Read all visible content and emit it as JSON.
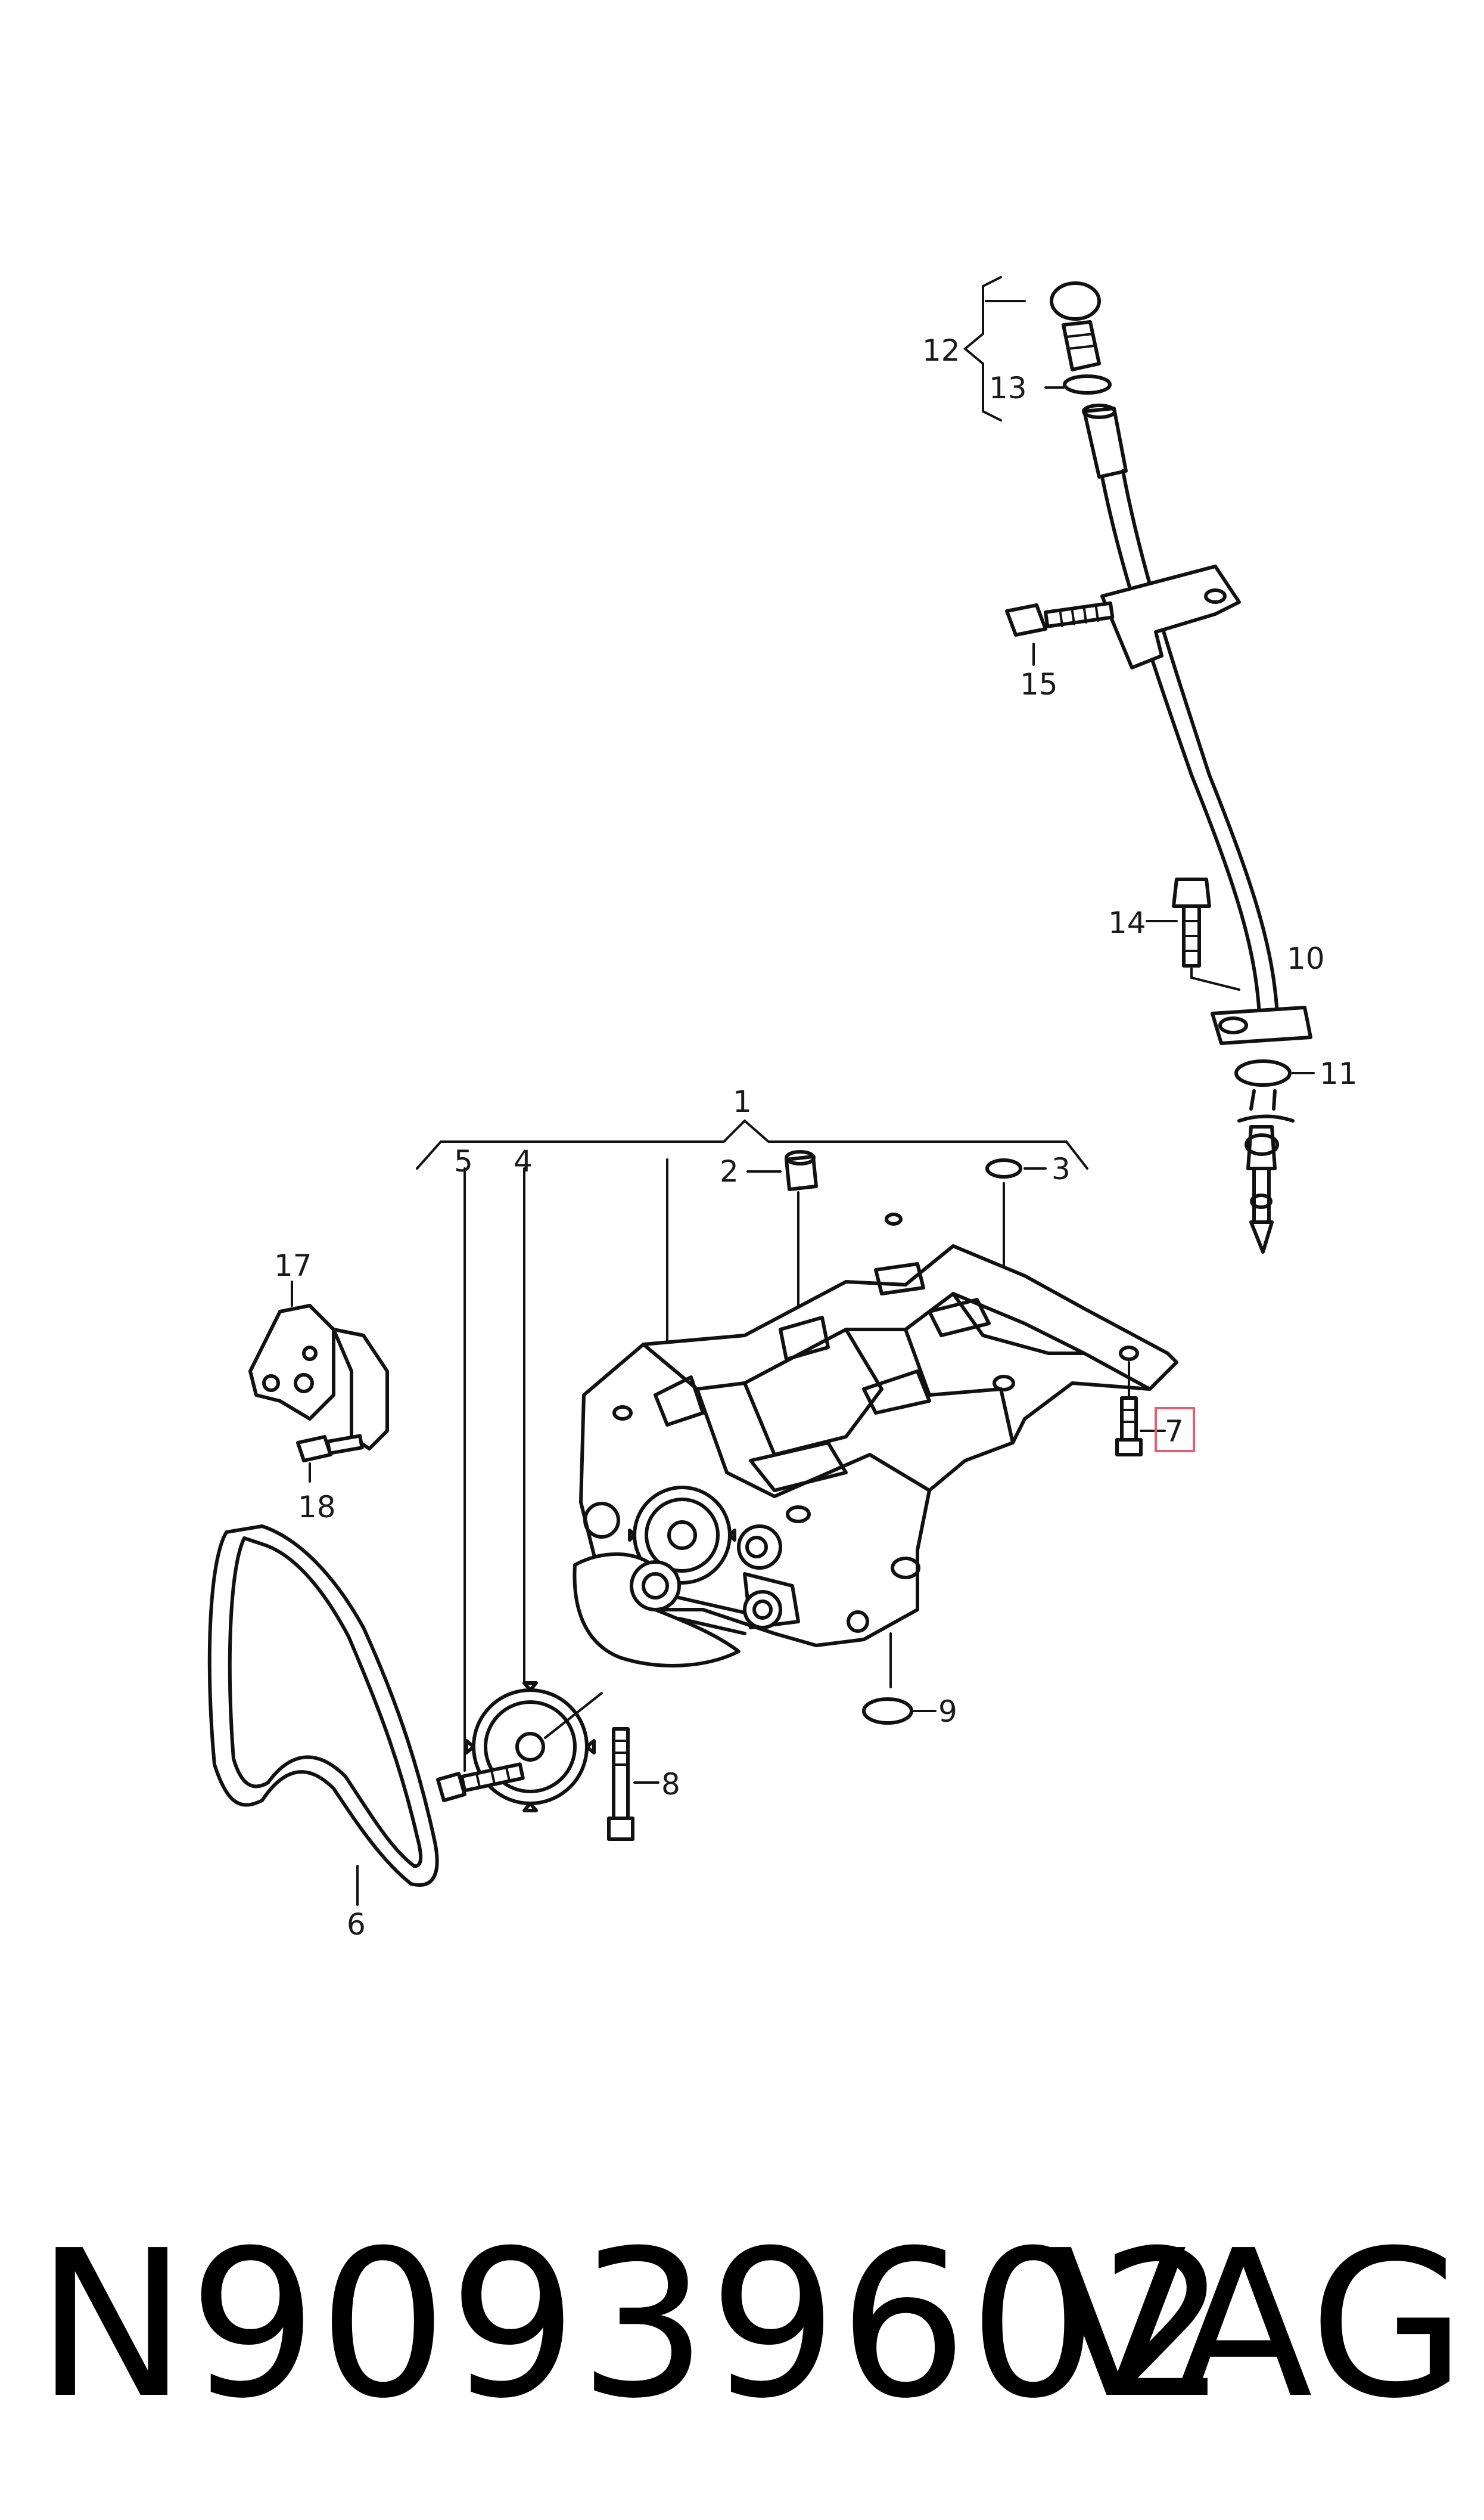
{
  "diagram": {
    "callouts": {
      "c1": "1",
      "c2": "2",
      "c3": "3",
      "c4": "4",
      "c5": "5",
      "c6": "6",
      "c7": "7",
      "c8": "8",
      "c9": "9",
      "c10": "10",
      "c11": "11",
      "c12": "12",
      "c13": "13",
      "c14": "14",
      "c15": "15",
      "c17": "17",
      "c18": "18"
    },
    "highlighted_callout": "7",
    "highlight_color": "#e06070"
  },
  "footer": {
    "part_number": "N90939602",
    "brand": "VAG"
  }
}
